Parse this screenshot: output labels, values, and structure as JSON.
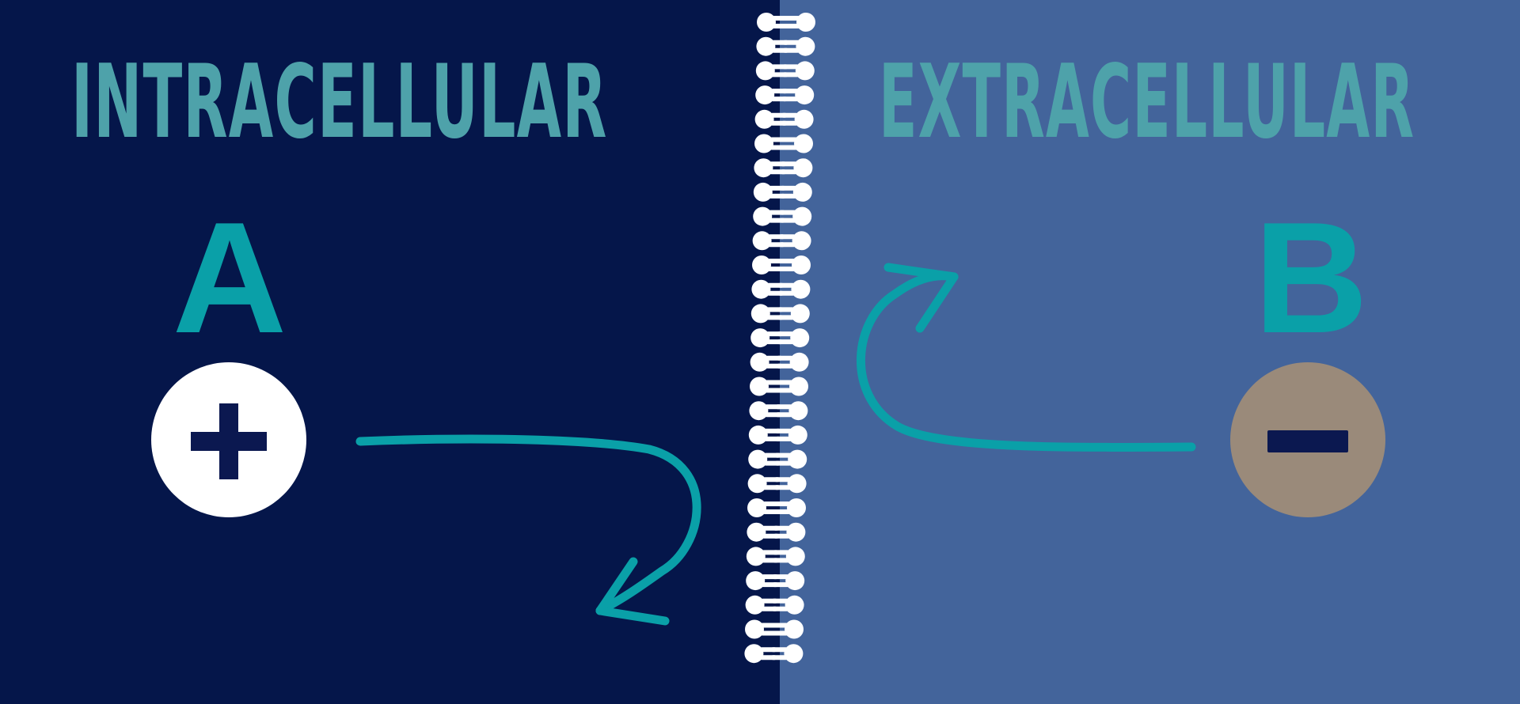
{
  "labels": {
    "intracellular": "INTRACELLULAR",
    "extracellular": "EXTRACELLULAR"
  },
  "ions": {
    "a": {
      "letter": "A",
      "charge_icon": "plus-icon",
      "fill": "#ffffff"
    },
    "b": {
      "letter": "B",
      "charge_icon": "minus-icon",
      "fill": "#9a8a7a"
    }
  },
  "colors": {
    "intracellular_bg": "#05164a",
    "extracellular_bg": "#43649b",
    "label_text": "#4ea2aa",
    "letter": "#0aa0a8",
    "arrow": "#0aa0a8",
    "membrane": "#ffffff",
    "sign": "#0b1850"
  },
  "membrane": {
    "icon": "lipid-bilayer-icon"
  },
  "arrows": [
    {
      "icon": "curved-arrow-icon",
      "from": "A",
      "direction": "toward-membrane"
    },
    {
      "icon": "curved-arrow-icon",
      "from": "B",
      "direction": "toward-membrane"
    }
  ]
}
